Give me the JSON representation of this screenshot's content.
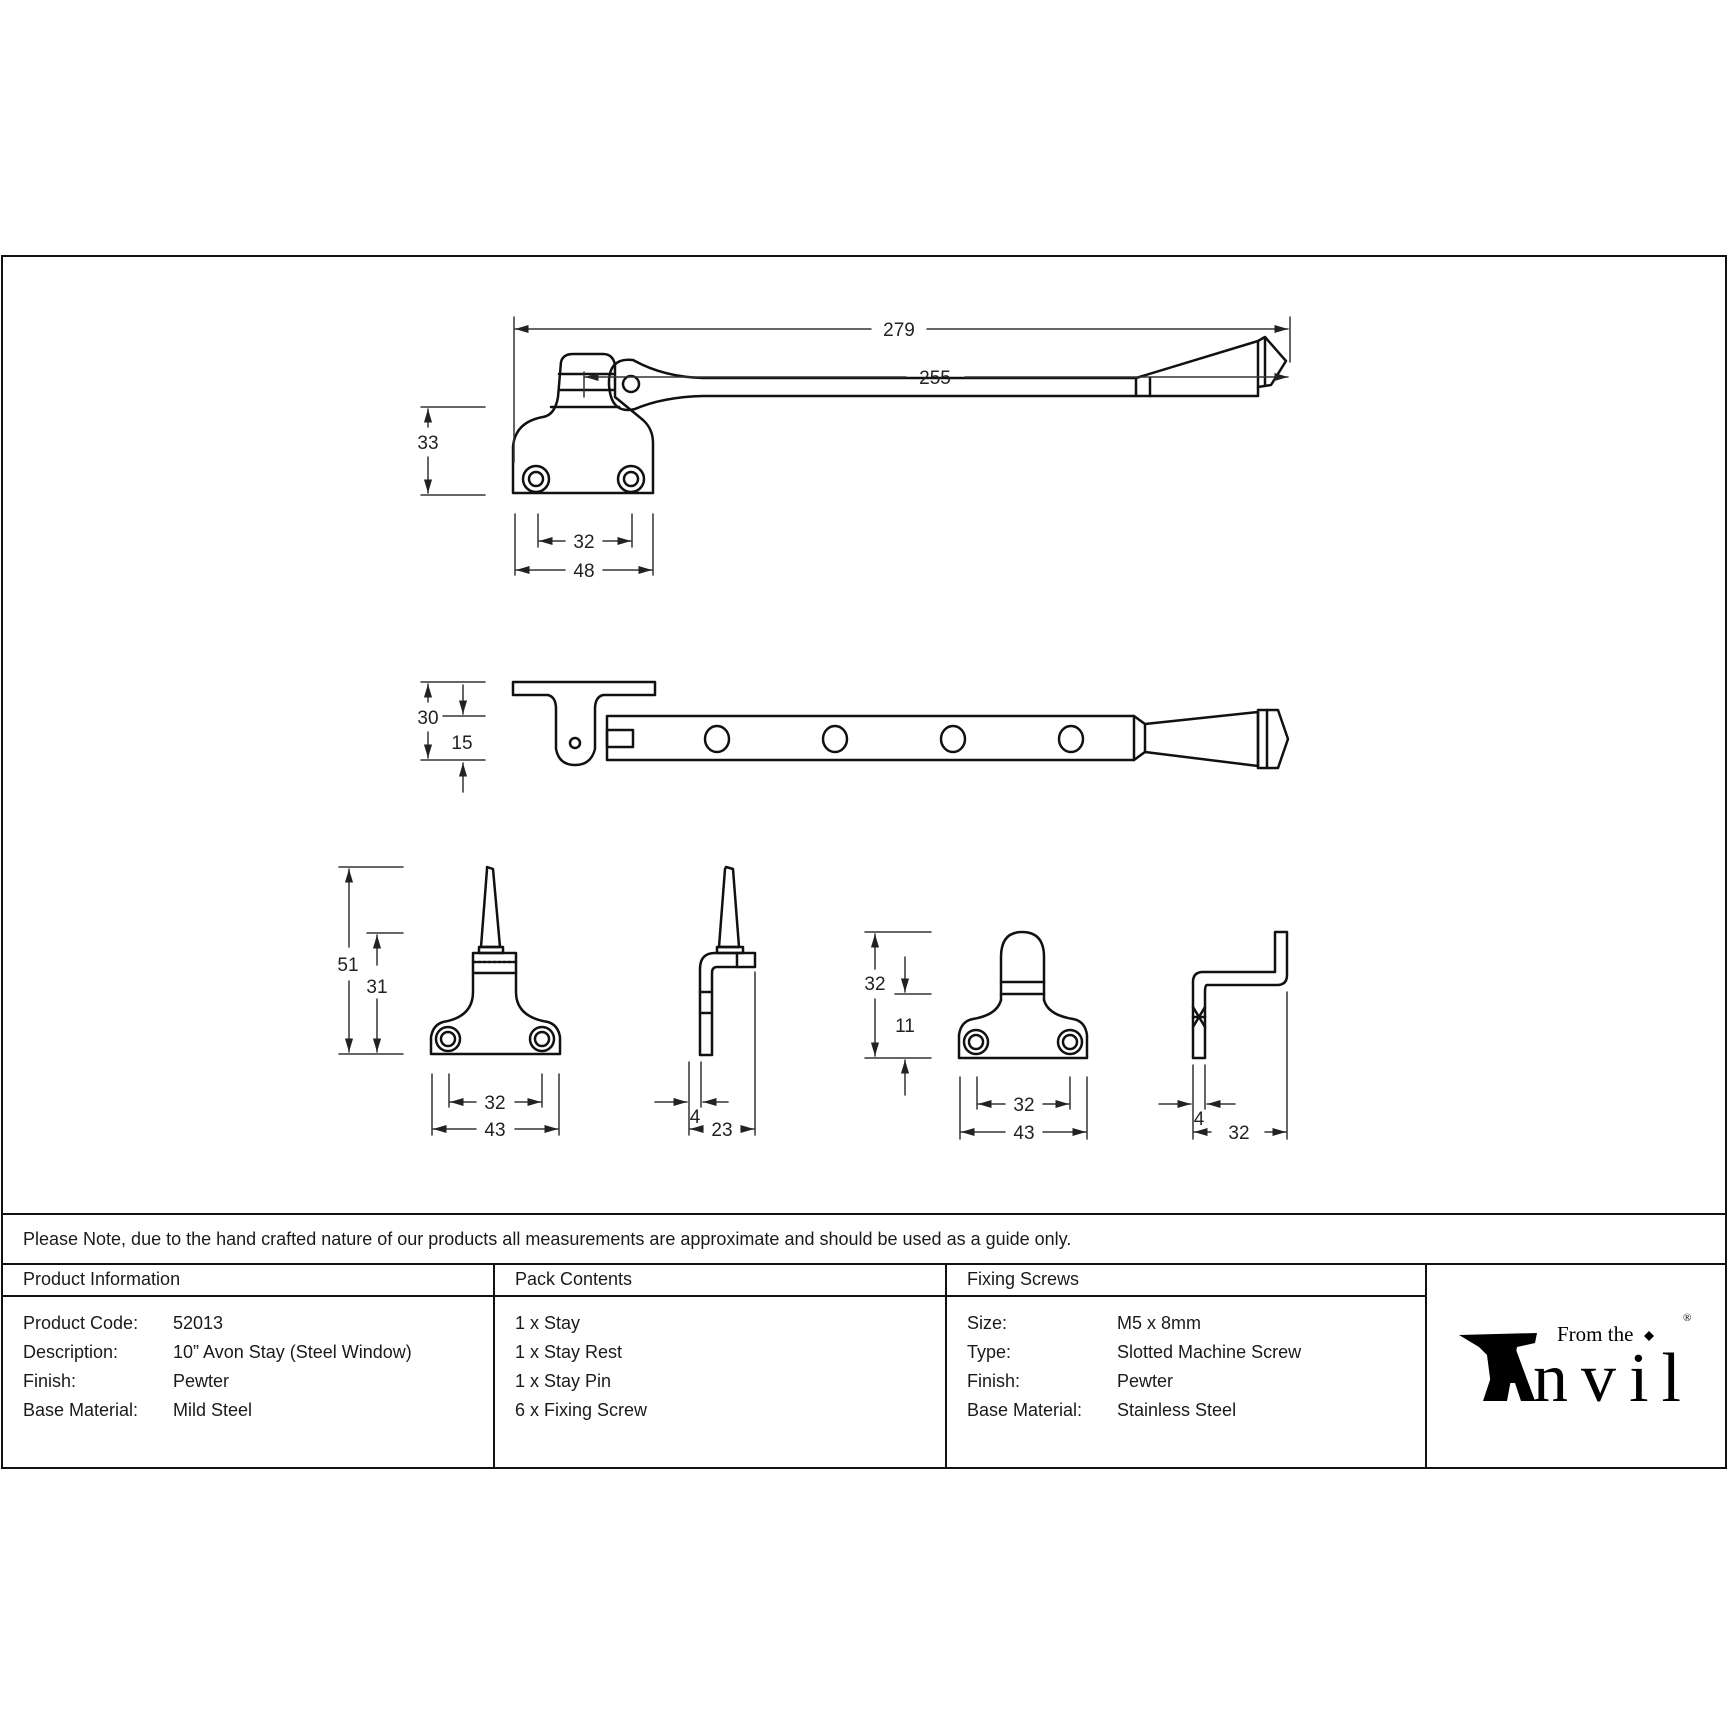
{
  "drawing": {
    "top_view": {
      "overall_length": "279",
      "arm_length": "255",
      "height": "33",
      "hole_spacing": "32",
      "base_width": "48"
    },
    "side_view": {
      "overall_height": "30",
      "arm_height": "15"
    },
    "stay_pin_front": {
      "overall_height": "51",
      "base_height": "31",
      "hole_spacing": "32",
      "base_width": "43"
    },
    "stay_pin_side": {
      "thickness": "4",
      "depth": "23"
    },
    "stay_rest_front": {
      "overall_height": "32",
      "base_height": "11",
      "hole_spacing": "32",
      "base_width": "43"
    },
    "stay_rest_side": {
      "thickness": "4",
      "depth": "32"
    }
  },
  "note": "Please Note, due to the hand crafted nature of our products all measurements are approximate and should be used as a guide only.",
  "product_information": {
    "heading": "Product Information",
    "rows": [
      {
        "label": "Product Code:",
        "value": "52013"
      },
      {
        "label": "Description:",
        "value": "10” Avon Stay (Steel Window)"
      },
      {
        "label": "Finish:",
        "value": "Pewter"
      },
      {
        "label": "Base Material:",
        "value": "Mild Steel"
      }
    ]
  },
  "pack_contents": {
    "heading": "Pack Contents",
    "items": [
      "1 x Stay",
      "1 x Stay Rest",
      "1 x Stay Pin",
      "6 x Fixing Screw"
    ]
  },
  "fixing_screws": {
    "heading": "Fixing Screws",
    "rows": [
      {
        "label": "Size:",
        "value": "M5 x 8mm"
      },
      {
        "label": "Type:",
        "value": "Slotted Machine Screw"
      },
      {
        "label": "Finish:",
        "value": "Pewter"
      },
      {
        "label": "Base Material:",
        "value": "Stainless Steel"
      }
    ]
  },
  "logo": {
    "tagline": "From the",
    "brand": "nvil",
    "registered": "®"
  }
}
